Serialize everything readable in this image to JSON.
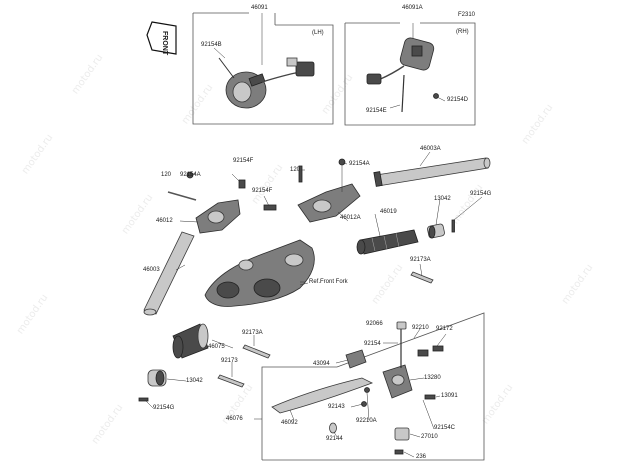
{
  "watermark": "motod.ru",
  "figure_code": "F2310",
  "front_badge": "FRONT",
  "box_left": {
    "part": "46091",
    "side": "(LH)"
  },
  "box_right": {
    "part": "46091A",
    "side": "(RH)"
  },
  "ref_front_fork": "Ref.Front Fork",
  "labels": {
    "p92154B": "92154B",
    "p92154E": "92154E",
    "p92154D": "92154D",
    "p92154F_a": "92154F",
    "p92154F_b": "92154F",
    "p92154A_a": "92154A",
    "p92154A_b": "92154A",
    "p120_a": "120",
    "p120_b": "120",
    "p46003A": "46003A",
    "p46012": "46012",
    "p46012A": "46012A",
    "p46019": "46019",
    "p13042_a": "13042",
    "p13042_b": "13042",
    "p92154G_a": "92154G",
    "p92154G_b": "92154G",
    "p46003": "46003",
    "p92173A_a": "92173A",
    "p92173A_b": "92173A",
    "p92173": "92173",
    "p46075": "46075",
    "p46076": "46076",
    "p46092": "46092",
    "p92066": "92066",
    "p92210": "92210",
    "p92172": "92172",
    "p92154": "92154",
    "p43094": "43094",
    "p13280": "13280",
    "p13091": "13091",
    "p92143": "92143",
    "p92210A": "92210A",
    "p92144": "92144",
    "p92154C": "92154C",
    "p27010": "27010",
    "p236": "236"
  }
}
